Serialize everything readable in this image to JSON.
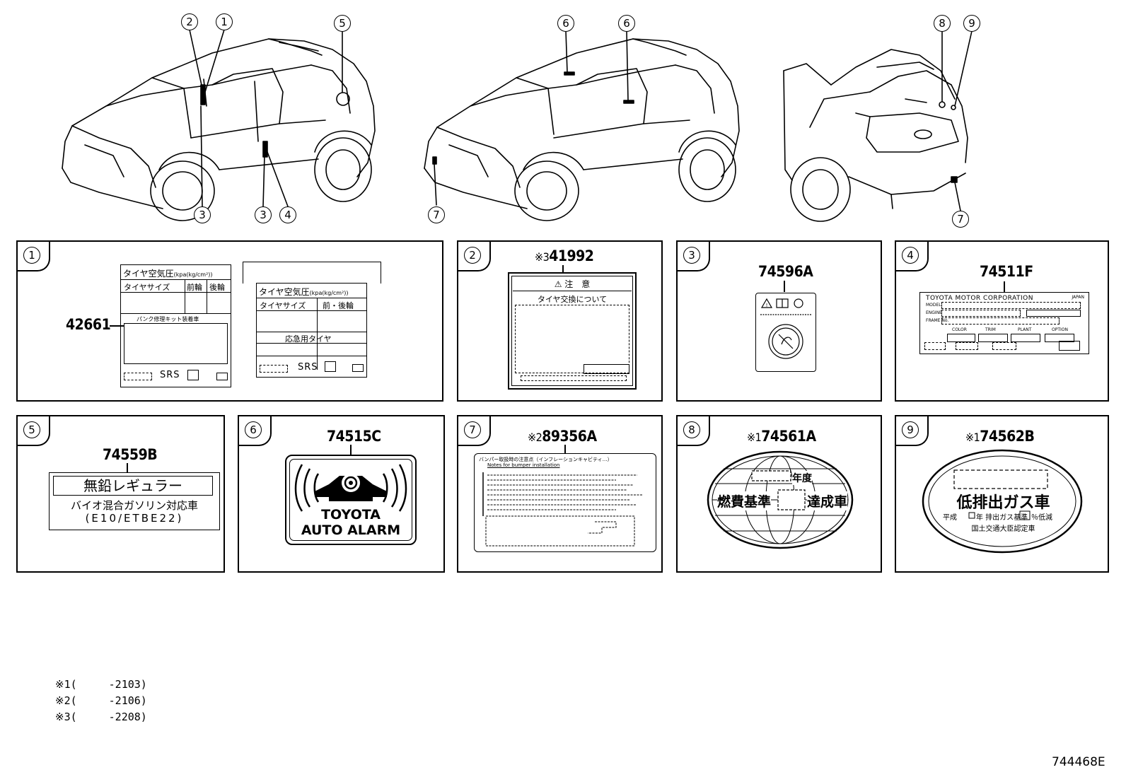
{
  "overview": {
    "callouts_front_view": [
      "2",
      "1",
      "5",
      "3",
      "3",
      "4"
    ],
    "callouts_side_view": [
      "6",
      "6",
      "7"
    ],
    "callouts_rear_view": [
      "8",
      "9",
      "7"
    ]
  },
  "panels": [
    {
      "num": "1",
      "part_numbers": [
        "42661"
      ],
      "label_a": {
        "title": "タイヤ空気圧",
        "unit": "(kpa(kg/cm²))",
        "col1": "タイヤサイズ",
        "col2": "前輪",
        "col3": "後輪",
        "note": "パンク修理キット装着車",
        "srs": "SRS"
      },
      "label_b": {
        "title": "タイヤ空気圧",
        "unit": "(kpa(kg/cm²))",
        "col1": "タイヤサイズ",
        "col2": "前・後輪",
        "spare": "応急用タイヤ",
        "srs": "SRS"
      }
    },
    {
      "num": "2",
      "prefix": "※3",
      "part_number": "41992",
      "head": "注　意",
      "sub": "タイヤ交換について"
    },
    {
      "num": "3",
      "part_number": "74596A"
    },
    {
      "num": "4",
      "part_number": "74511F",
      "maker": "TOYOTA MOTOR CORPORATION",
      "country": "JAPAN",
      "fields": [
        "MODEL",
        "ENGINE",
        "FRAME No."
      ],
      "codes": [
        "COLOR",
        "TRIM",
        "PLANT",
        "OPTION"
      ]
    },
    {
      "num": "5",
      "part_number": "74559B",
      "line1": "無鉛レギュラー",
      "line2": "バイオ混合ガソリン対応車",
      "line3": "(E10/ETBE22)"
    },
    {
      "num": "6",
      "part_number": "74515C",
      "line1": "TOYOTA",
      "line2": "AUTO ALARM"
    },
    {
      "num": "7",
      "prefix": "※2",
      "part_number": "89356A",
      "line_jp": "バンパー取扱時の注意点（インフレーションキャビティ…）",
      "line_en": "Notes for bumper installation"
    },
    {
      "num": "8",
      "prefix": "※1",
      "part_number": "74561A",
      "year": "年度",
      "left": "燃費基準",
      "right": "達成車"
    },
    {
      "num": "9",
      "prefix": "※1",
      "part_number": "74562B",
      "main": "低排出ガス車",
      "sub1": "平成",
      "sub2": "年 排出ガス基準",
      "sub3": "％低減",
      "sub4": "国土交通大臣認定車"
    }
  ],
  "footnotes": [
    "※1(　　　-2103)",
    "※2(　　　-2106)",
    "※3(　　　-2208)"
  ],
  "figure_id": "744468E"
}
